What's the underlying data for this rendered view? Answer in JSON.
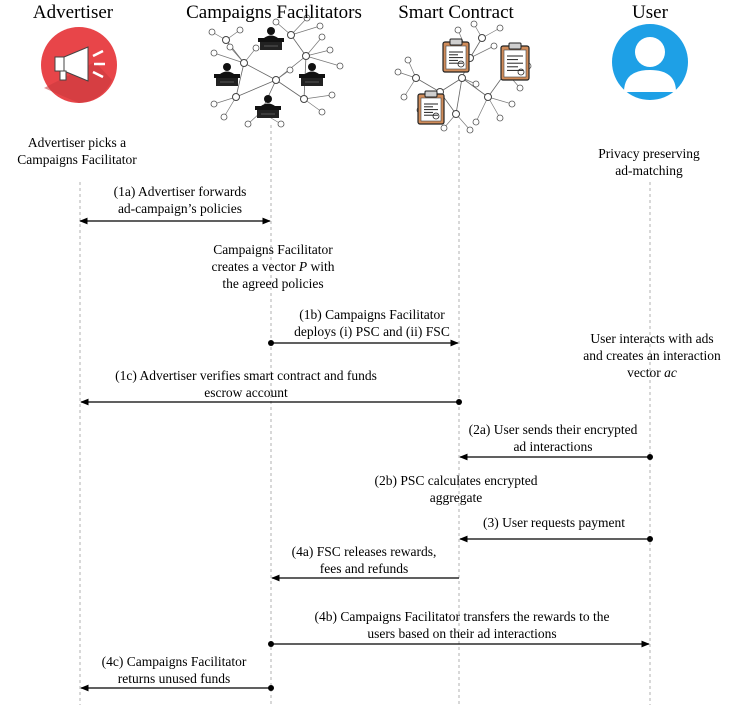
{
  "actors": {
    "advertiser": {
      "label": "Advertiser",
      "icon": "megaphone-icon"
    },
    "facilitators": {
      "label": "Campaigns Facilitators",
      "icon": "network-of-facilitators-icon"
    },
    "contract": {
      "label": "Smart Contract",
      "icon": "network-with-contracts-icon"
    },
    "user": {
      "label": "User",
      "icon": "user-avatar-icon"
    }
  },
  "notes": {
    "advertiser_picks": [
      "Advertiser picks a",
      "Campaigns Facilitator"
    ],
    "privacy": [
      "Privacy preserving",
      "ad-matching"
    ],
    "vector_p": [
      "Campaigns Facilitator",
      "creates a vector",
      "P",
      "with",
      "the agreed policies"
    ],
    "user_interacts": [
      "User interacts with ads",
      "and creates an interaction",
      "vector",
      "ac"
    ]
  },
  "messages": {
    "m1a": [
      "(1a) Advertiser forwards",
      "ad-campaign’s policies"
    ],
    "m1b": [
      "(1b) Campaigns Facilitator",
      "deploys (i) PSC and (ii) FSC"
    ],
    "m1c": [
      "(1c) Advertiser verifies smart contract and funds",
      "escrow account"
    ],
    "m2a": [
      "(2a) User sends their encrypted",
      "ad interactions"
    ],
    "m2b": [
      "(2b) PSC calculates encrypted",
      "aggregate"
    ],
    "m3": [
      "(3) User requests payment"
    ],
    "m4a": [
      "(4a) FSC releases rewards,",
      "fees and refunds"
    ],
    "m4b": [
      "(4b) Campaigns Facilitator transfers the rewards to the",
      "users based on their ad interactions"
    ],
    "m4c": [
      "(4c) Campaigns Facilitator",
      "returns unused funds"
    ]
  },
  "colors": {
    "advertiser_red": "#e84549",
    "user_blue": "#1ea0e6",
    "lifeline_gray": "#b0b0b0",
    "node_gray": "#555555"
  }
}
